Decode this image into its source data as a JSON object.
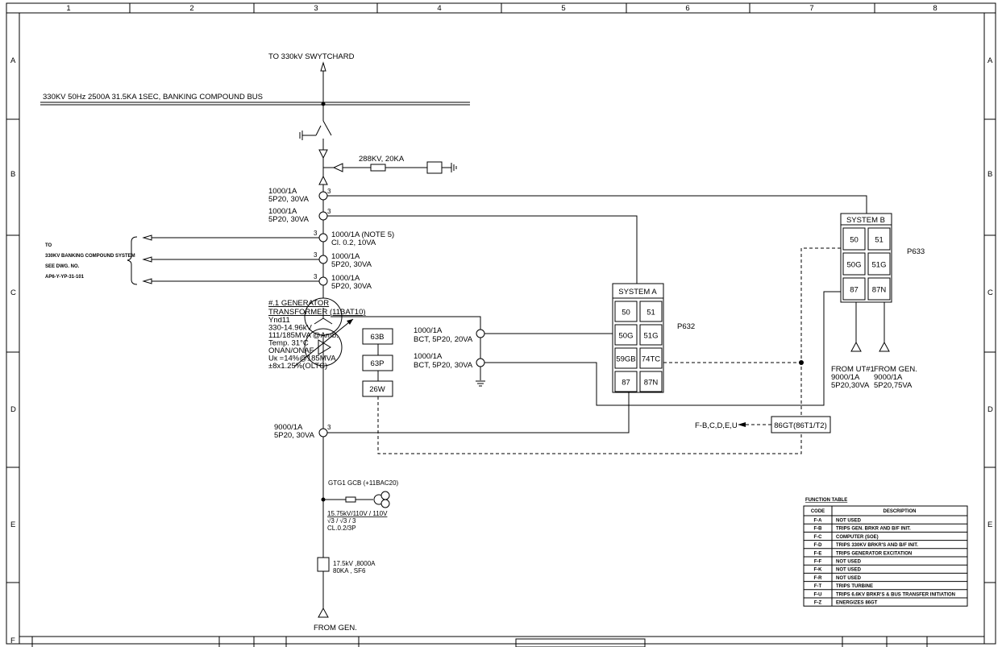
{
  "frame": {
    "columns": [
      "1",
      "2",
      "3",
      "4",
      "5",
      "6",
      "7",
      "8"
    ],
    "rows": [
      "A",
      "B",
      "C",
      "D",
      "E",
      "F"
    ]
  },
  "bus": {
    "top_label": "TO 330kV SWYTCHARD",
    "bus_label": "330KV 50Hz 2500A 31.5KA 1SEC, BANKING COMPOUND BUS"
  },
  "arrester": {
    "label": "288KV, 20KA"
  },
  "cts_upper": [
    {
      "ratio": "1000/1A",
      "class": "5P20, 30VA",
      "cores": "3"
    },
    {
      "ratio": "1000/1A",
      "class": "5P20, 30VA",
      "cores": "3"
    }
  ],
  "cts_lower": [
    {
      "ratio": "1000/1A (NOTE 5)",
      "class": "Cl. 0.2, 10VA",
      "cores": "3"
    },
    {
      "ratio": "1000/1A",
      "class": "5P20, 30VA",
      "cores": "3"
    },
    {
      "ratio": "1000/1A",
      "class": "5P20, 30VA",
      "cores": "3"
    }
  ],
  "reference": {
    "lines": [
      "TO",
      "330KV BANKING COMPOUND SYSTEM",
      "SEE DWG. NO.",
      "AP6-Y-YP-31-101"
    ]
  },
  "transformer": {
    "title1": "#.1 GENERATOR",
    "title2": "TRANSFORMER (11BAT10)",
    "specs": [
      "Ynd11",
      "330-14.96kV",
      "111/185MVA @Amb.",
      "Temp. 31°C",
      "ONAN/ONAF",
      "Uк =14%@185MVA",
      "±8x1.25%(OLTC)"
    ]
  },
  "aux_relays": [
    "63B",
    "63P",
    "26W"
  ],
  "bct": [
    {
      "ratio": "1000/1A",
      "class": "BCT, 5P20, 20VA"
    },
    {
      "ratio": "1000/1A",
      "class": "BCT, 5P20, 30VA"
    }
  ],
  "system_a": {
    "title": "SYSTEM A",
    "model": "P632",
    "cells": [
      "50",
      "51",
      "50G",
      "51G",
      "59GB",
      "74TC",
      "87",
      "87N"
    ]
  },
  "system_b": {
    "title": "SYSTEM B",
    "model": "P633",
    "cells": [
      "50",
      "51",
      "50G",
      "51G",
      "87",
      "87N"
    ]
  },
  "inputs_b": [
    {
      "from": "FROM UT#1",
      "ratio": "9000/1A",
      "class": "5P20,30VA"
    },
    {
      "from": "FROM GEN.",
      "ratio": "9000/1A",
      "class": "5P20,75VA"
    }
  ],
  "lockout": {
    "label": "86GT(86T1/T2)",
    "trip_label": "F-B,C,D,E,U"
  },
  "ct_gen": {
    "ratio": "9000/1A",
    "class": "5P20, 30VA",
    "cores": "3"
  },
  "gcb": {
    "label": "GTG1 GCB (+11BAC20)",
    "vt1": "15.75kV/110V / 110V",
    "vt2": "√3   / √3  /    3",
    "vt3": "CL.0.2/3P",
    "breaker1": "17.5kV ,8000A",
    "breaker2": "80KA , SF6",
    "from": "FROM GEN."
  },
  "function_table": {
    "title": "FUNCTION TABLE",
    "headers": [
      "CODE",
      "DESCRIPTION"
    ],
    "rows": [
      [
        "F-A",
        "NOT USED"
      ],
      [
        "F-B",
        "TRIPS GEN. BRKR AND B/F INIT."
      ],
      [
        "F-C",
        "COMPUTER (SOE)"
      ],
      [
        "F-D",
        "TRIPS 330KV BRKR'S AND B/F INIT."
      ],
      [
        "F-E",
        "TRIPS GENERATOR EXCITATION"
      ],
      [
        "F-F",
        "NOT USED"
      ],
      [
        "F-K",
        "NOT USED"
      ],
      [
        "F-R",
        "NOT USED"
      ],
      [
        "F-T",
        "TRIPS TURBINE"
      ],
      [
        "F-U",
        "TRIPS 6.6KV BRKR'S & BUS TRANSFER INITIATION"
      ],
      [
        "F-Z",
        "ENERGIZES 86GT"
      ]
    ]
  }
}
